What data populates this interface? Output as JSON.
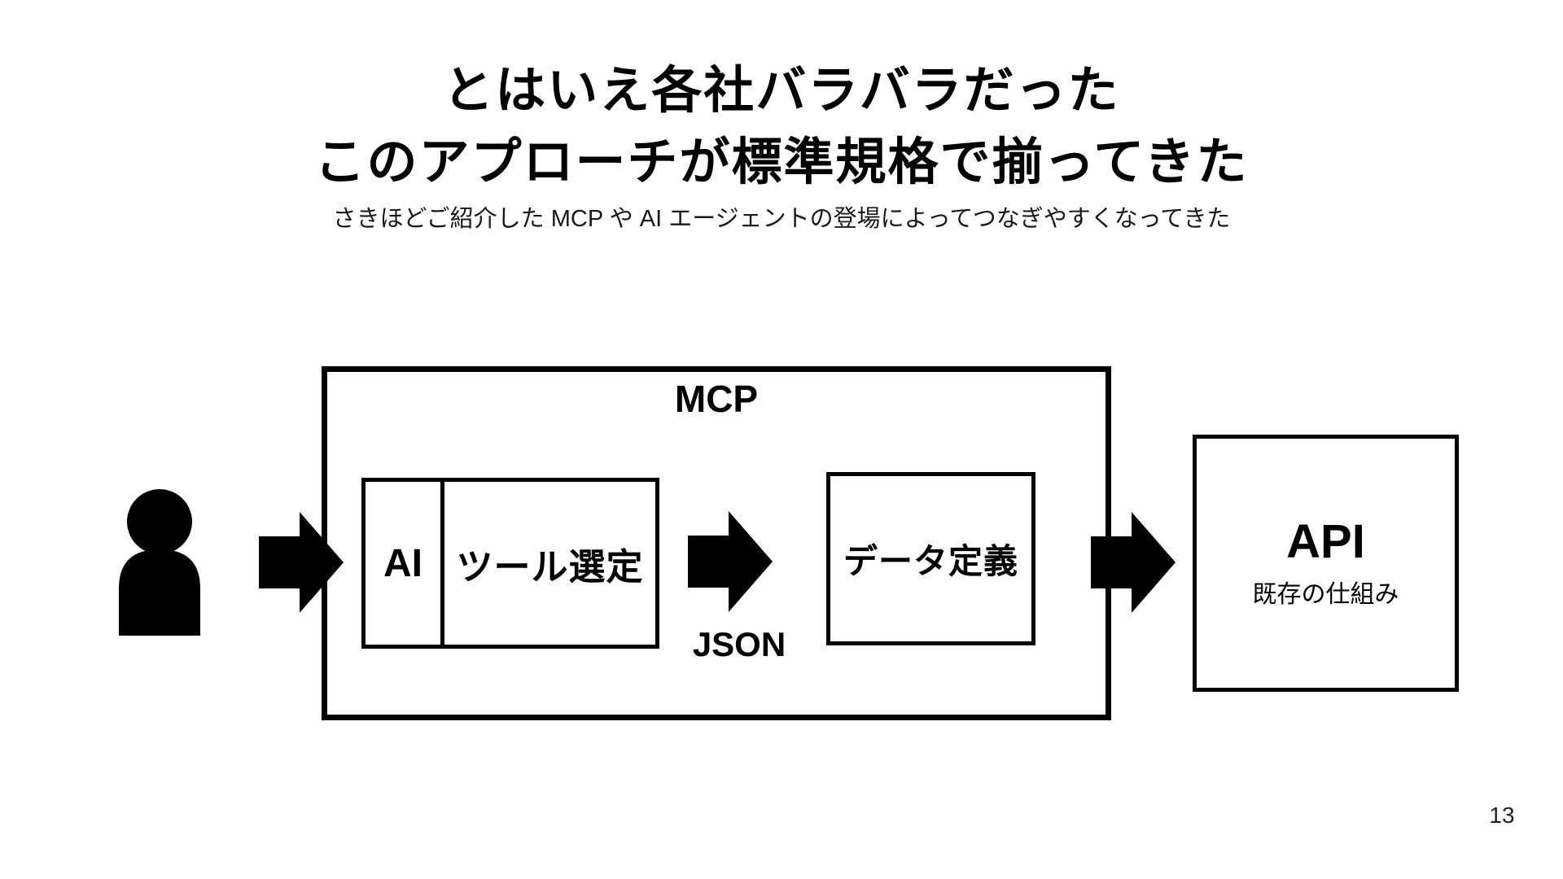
{
  "slide": {
    "title_line1": "とはいえ各社バラバラだった",
    "title_line2": "このアプローチが標準規格で揃ってきた",
    "subtitle": "さきほどご紹介した MCP や AI エージェントの登場によってつなぎやすくなってきた",
    "page_number": "13"
  },
  "diagram": {
    "mcp_label": "MCP",
    "ai_label": "AI",
    "tool_select_label": "ツール選定",
    "json_label": "JSON",
    "data_definition_label": "データ定義",
    "api_label": "API",
    "api_sublabel": "既存の仕組み",
    "icons": {
      "person": "person-icon",
      "arrows": "right-block-arrow-icon"
    }
  },
  "colors": {
    "foreground": "#000000",
    "background": "#ffffff",
    "page_number": "#222222"
  }
}
